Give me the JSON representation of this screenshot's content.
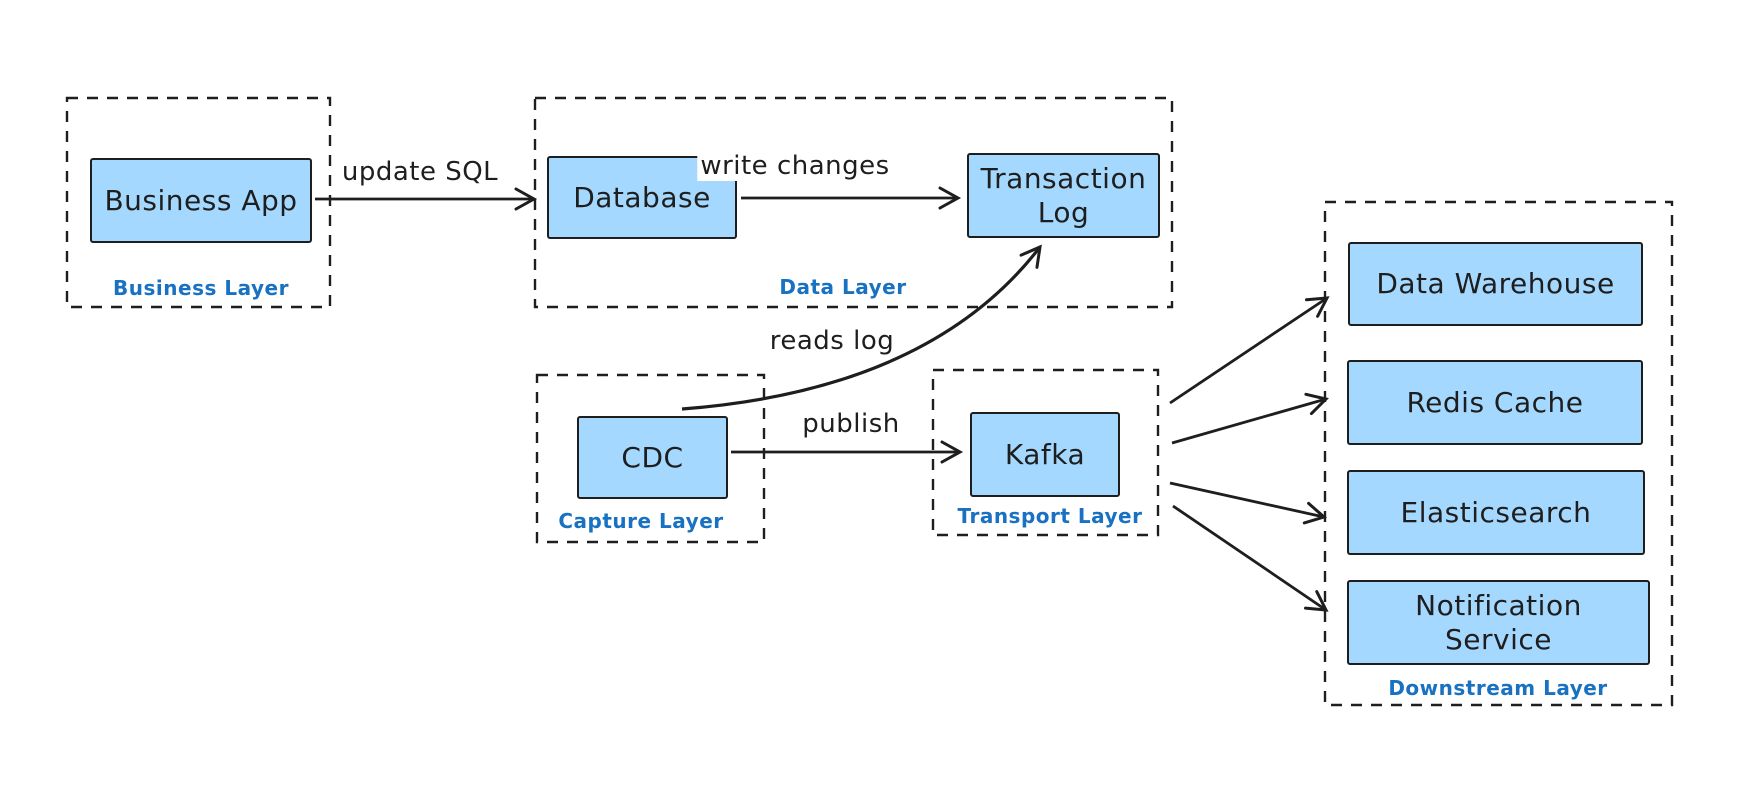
{
  "colors": {
    "node_fill": "#a5d8ff",
    "stroke": "#1e1e1e",
    "layer_label": "#1971c2",
    "background": "#ffffff"
  },
  "layers": [
    {
      "label": "Business Layer",
      "nodes": [
        {
          "label": "Business App"
        }
      ]
    },
    {
      "label": "Data Layer",
      "nodes": [
        {
          "label": "Database"
        },
        {
          "label": "Transaction Log"
        }
      ]
    },
    {
      "label": "Capture Layer",
      "nodes": [
        {
          "label": "CDC"
        }
      ]
    },
    {
      "label": "Transport Layer",
      "nodes": [
        {
          "label": "Kafka"
        }
      ]
    },
    {
      "label": "Downstream Layer",
      "nodes": [
        {
          "label": "Data Warehouse"
        },
        {
          "label": "Redis Cache"
        },
        {
          "label": "Elasticsearch"
        },
        {
          "label": "Notification Service"
        }
      ]
    }
  ],
  "edges": [
    {
      "from": "Business App",
      "to": "Database",
      "label": "update SQL"
    },
    {
      "from": "Database",
      "to": "Transaction Log",
      "label": "write changes"
    },
    {
      "from": "CDC",
      "to": "Transaction Log",
      "label": "reads log"
    },
    {
      "from": "CDC",
      "to": "Kafka",
      "label": "publish"
    },
    {
      "from": "Kafka",
      "to": "Data Warehouse",
      "label": ""
    },
    {
      "from": "Kafka",
      "to": "Redis Cache",
      "label": ""
    },
    {
      "from": "Kafka",
      "to": "Elasticsearch",
      "label": ""
    },
    {
      "from": "Kafka",
      "to": "Notification Service",
      "label": ""
    }
  ]
}
